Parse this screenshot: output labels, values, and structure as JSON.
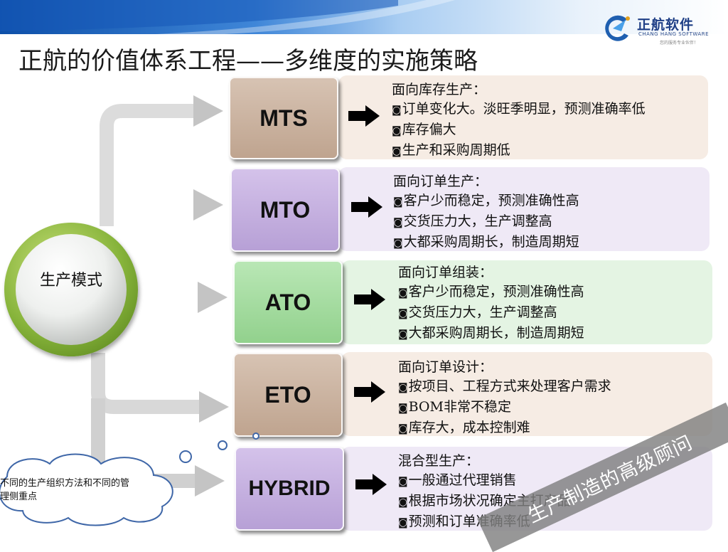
{
  "title": "正航的价值体系工程——多维度的实施策略",
  "logo": {
    "name": "正航软件",
    "en": "CHANG HANG SOFTWARE",
    "slogan": "您的服务专业伙伴！"
  },
  "hub": {
    "label": "生产模式"
  },
  "cloud": {
    "text": "不同的生产组织方法和不同的管理侧重点"
  },
  "stamp": {
    "text": "生产制造的高级顾问"
  },
  "colors": {
    "mts": "#c9b09c",
    "mto": "#c4aee0",
    "ato": "#a6dea2",
    "eto": "#c9b09c",
    "hybrid": "#c4aee0",
    "hub_green": "#86b33a"
  },
  "modes": [
    {
      "label": "MTS",
      "heading": "面向库存生产：",
      "items": [
        "订单变化大。淡旺季明显，预测准确率低",
        "库存偏大",
        "生产和采购周期低"
      ]
    },
    {
      "label": "MTO",
      "heading": "面向订单生产：",
      "items": [
        "客户少而稳定，预测准确性高",
        "交货压力大，生产调整高",
        "大都采购周期长，制造周期短"
      ]
    },
    {
      "label": "ATO",
      "heading": "面向订单组装：",
      "items": [
        "客户少而稳定，预测准确性高",
        "交货压力大，生产调整高",
        "大都采购周期长，制造周期短"
      ]
    },
    {
      "label": "ETO",
      "heading": "面向订单设计：",
      "items": [
        "按项目、工程方式来处理客户需求",
        "BOM非常不稳定",
        "库存大，成本控制难"
      ]
    },
    {
      "label": "HYBRID",
      "heading": "混合型生产：",
      "items": [
        "一般通过代理销售",
        "根据市场状况确定主打产品",
        "预测和订单准确率低"
      ]
    }
  ]
}
